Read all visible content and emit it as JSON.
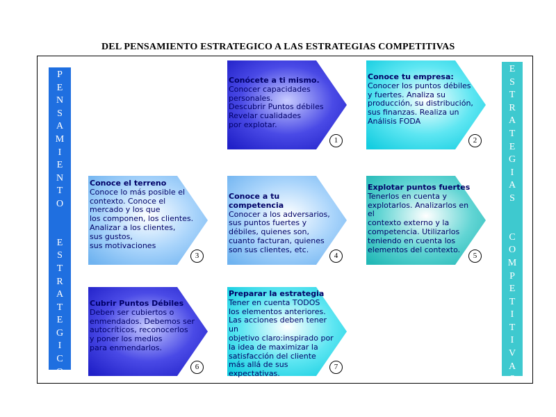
{
  "title": "DEL PENSAMIENTO ESTRATEGICO A LAS ESTRATEGIAS COMPETITIVAS",
  "left_bar": {
    "text": "PENSAMIENTO  ESTRATEGICO"
  },
  "right_bar": {
    "text": "ESTRATEGIAS  COMPETITIVAS"
  },
  "colors": {
    "dark_blue": "#2b2bd9",
    "light_blue": "#8ec5f5",
    "cyan": "#22d5e6",
    "teal": "#2ec2c0",
    "left_bar": "#1f6fe0",
    "right_bar": "#3ec9cf",
    "text_dark": "#000066"
  },
  "steps": [
    {
      "number": "1",
      "heading": "Conócete a ti mismo.",
      "lines": [
        "Conocer capacidades",
        "personales.",
        "Descubrir Puntos débiles",
        "Revelar cualidades",
        "por explotar."
      ]
    },
    {
      "number": "2",
      "heading": "Conoce tu empresa:",
      "lines": [
        "Conocer los puntos débiles",
        "y fuertes. Analiza su",
        "producción, su distribución,",
        "sus finanzas. Realiza un",
        "Análisis FODA"
      ]
    },
    {
      "number": "3",
      "heading": "Conoce el terreno",
      "lines": [
        "Conoce lo más posible el",
        "contexto. Conoce el",
        "mercado y los que",
        "los componen, los clientes.",
        "Analizar a los clientes,",
        "sus gustos,",
        "sus motivaciones"
      ]
    },
    {
      "number": "4",
      "heading": "Conoce a tu competencia",
      "lines": [
        "Conocer a los adversarios,",
        "sus puntos fuertes y",
        "débiles, quienes son,",
        "cuanto facturan, quienes",
        "son sus clientes, etc."
      ]
    },
    {
      "number": "5",
      "heading": "Explotar puntos fuertes",
      "lines": [
        "Tenerlos en cuenta y",
        "explotarlos. Analizarlos en el",
        "contexto externo y la",
        "competencia. Utilizarlos",
        "teniendo en cuenta los",
        "elementos del contexto."
      ]
    },
    {
      "number": "6",
      "heading": "Cubrir Puntos Débiles",
      "lines": [
        "Deben ser cubiertos o",
        "enmendados. Debemos ser",
        "autocríticos, reconocerlos",
        "y poner los medios",
        "para enmendarlos."
      ]
    },
    {
      "number": "7",
      "heading": "Preparar la estrategia",
      "lines": [
        "Tener en cuenta TODOS",
        "los elementos anteriores.",
        "Las acciones deben tener un",
        "objetivo claro:inspirado por",
        "la idea de maximizar la",
        "satisfacción del cliente",
        "más allá de sus",
        "expectativas."
      ]
    }
  ]
}
